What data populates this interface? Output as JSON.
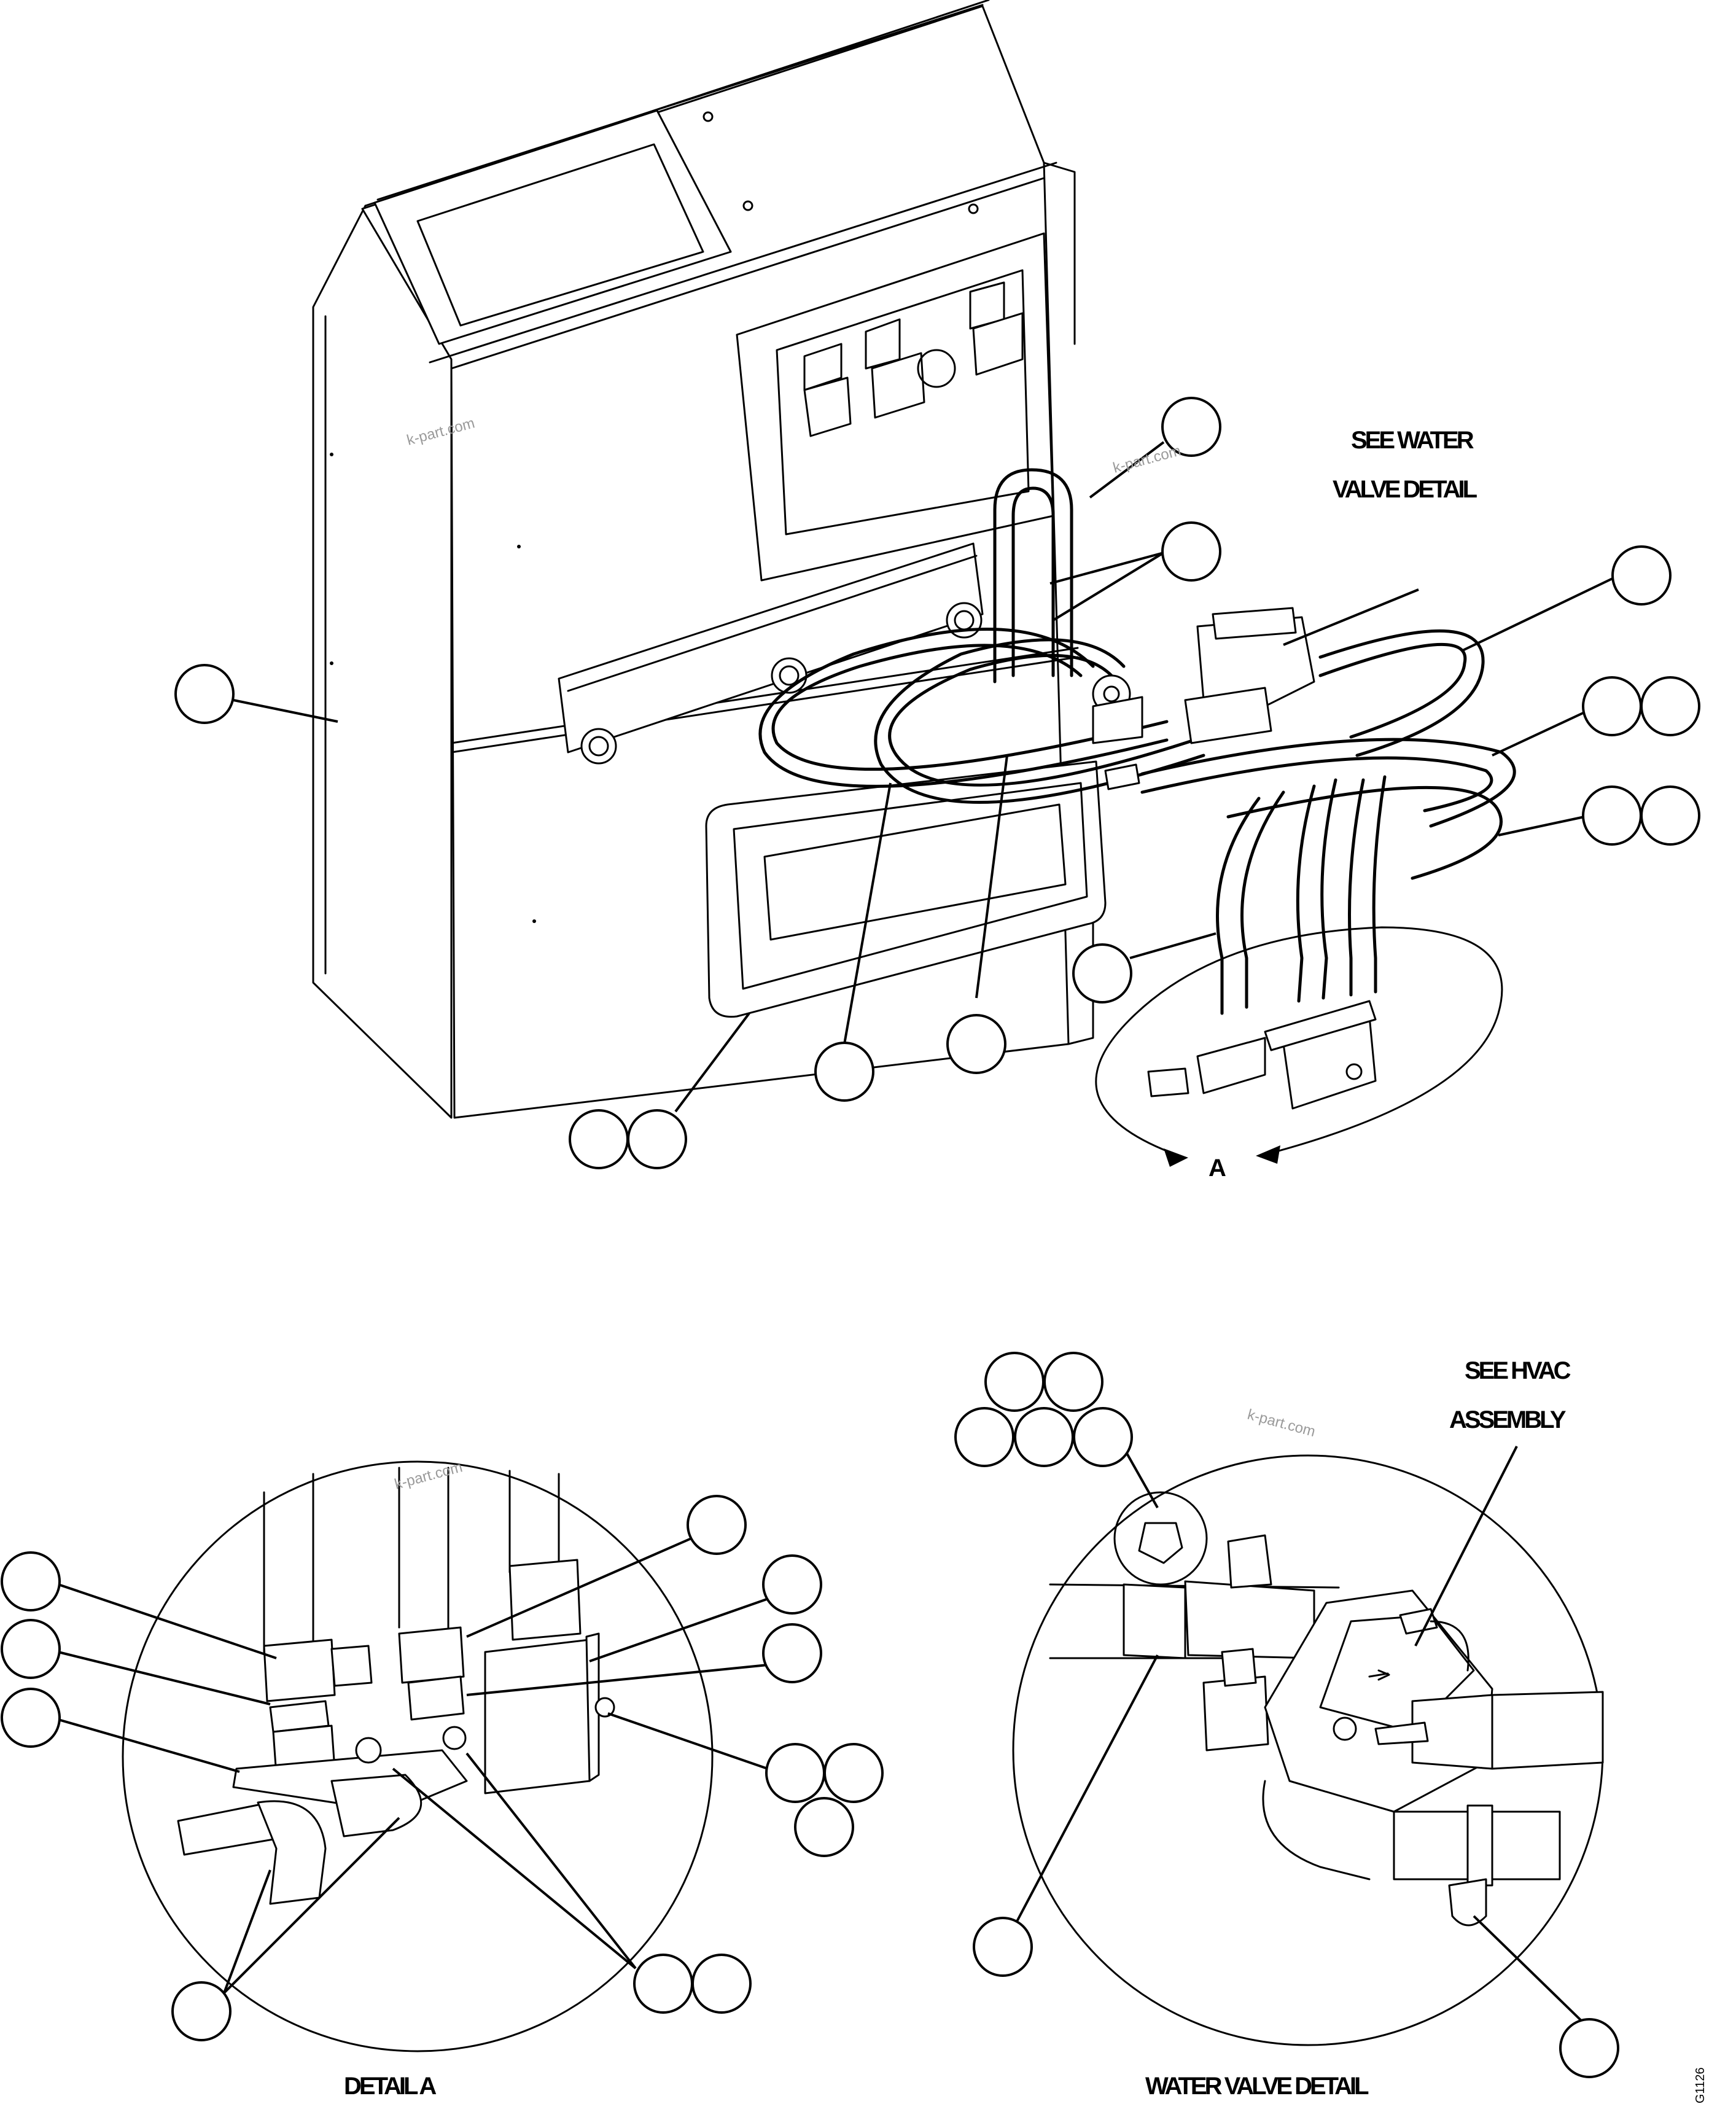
{
  "labels": {
    "see_water_line1": "SEE WATER",
    "see_water_line2": "VALVE DETAIL",
    "see_hvac_line1": "SEE HVAC",
    "see_hvac_line2": "ASSEMBLY",
    "view_a": "A",
    "detail_a": "DETAIL A",
    "water_valve_detail": "WATER VALVE DETAIL",
    "figure_code": "G1126"
  },
  "watermark": "k-part.com",
  "colors": {
    "line": "#000000",
    "background": "#ffffff",
    "watermark": "#9a9a9a"
  }
}
